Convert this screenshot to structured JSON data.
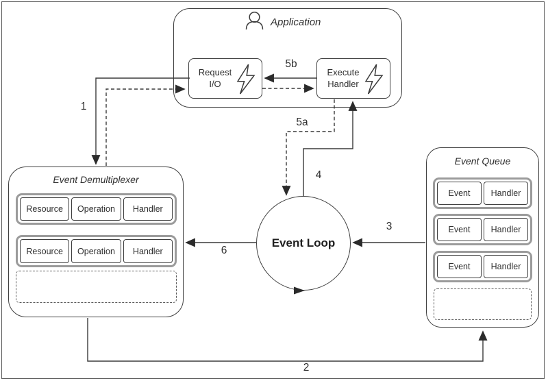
{
  "app": {
    "title": "Application",
    "request_io": "Request I/O",
    "execute_handler": "Execute Handler"
  },
  "demux": {
    "title": "Event Demultiplexer",
    "rows": [
      [
        "Resource",
        "Operation",
        "Handler"
      ],
      [
        "Resource",
        "Operation",
        "Handler"
      ]
    ]
  },
  "queue": {
    "title": "Event Queue",
    "rows": [
      [
        "Event",
        "Handler"
      ],
      [
        "Event",
        "Handler"
      ],
      [
        "Event",
        "Handler"
      ]
    ]
  },
  "loop": {
    "label": "Event Loop"
  },
  "labels": {
    "n1": "1",
    "n2": "2",
    "n3": "3",
    "n4": "4",
    "n5a": "5a",
    "n5b": "5b",
    "n6": "6"
  },
  "icons": {
    "person": "person-icon",
    "bolt": "lightning-bolt-icon"
  },
  "colors": {
    "line": "#3a3a3a",
    "gray_border": "#9b9b9b",
    "text": "#2e2e2e",
    "frame": "#5a5a5a"
  }
}
